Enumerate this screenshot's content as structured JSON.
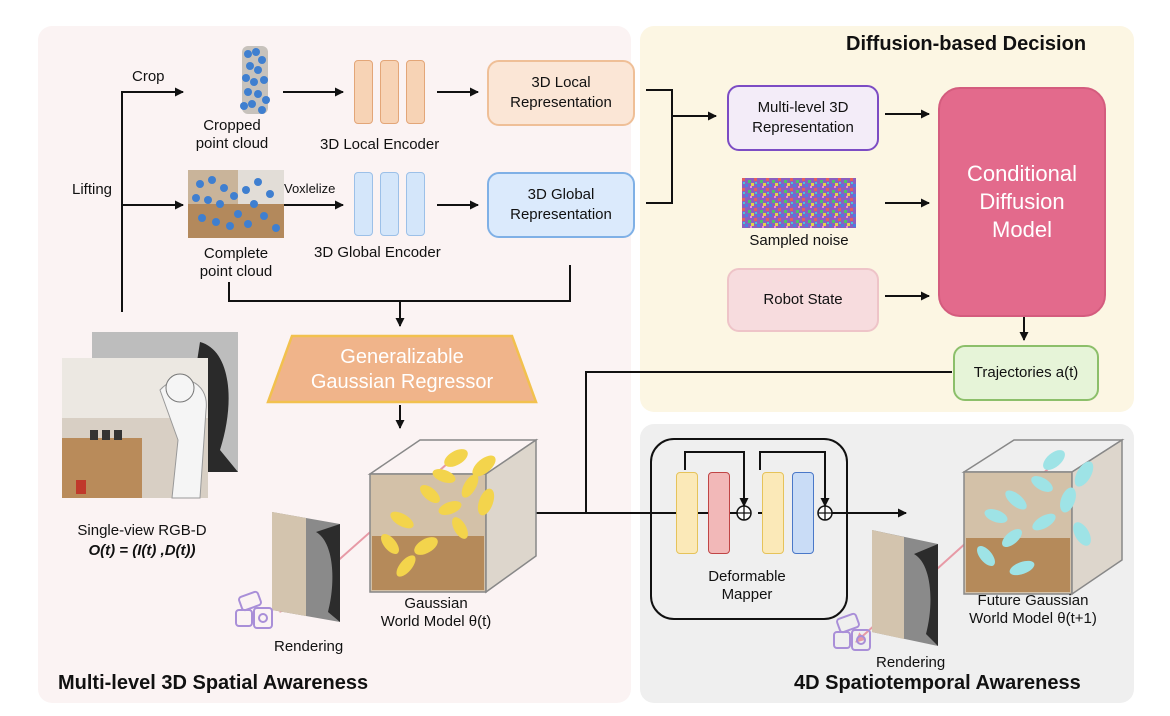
{
  "panels": {
    "left_title": "Multi-level 3D Spatial Awareness",
    "top_right_title": "Diffusion-based Decision",
    "bottom_right_title": "4D Spatiotemporal Awareness"
  },
  "left": {
    "crop_label": "Crop",
    "lifting_label": "Lifting",
    "voxelize_label": "Voxlelize",
    "cropped_pc_label": "Cropped\npoint cloud",
    "complete_pc_label": "Complete\npoint cloud",
    "local_encoder_label": "3D Local Encoder",
    "global_encoder_label": "3D Global Encoder",
    "local_rep_label": "3D Local\nRepresentation",
    "global_rep_label": "3D Global\nRepresentation",
    "regressor_label": "Generalizable\nGaussian Regressor",
    "input_label": "Single-view RGB-D",
    "input_formula": "O(t) = (I(t) ,D(t))",
    "world_model_label": "Gaussian\nWorld Model θ(t)",
    "rendering_label": "Rendering"
  },
  "decision": {
    "multilevel_label": "Multi-level 3D\nRepresentation",
    "noise_label": "Sampled noise",
    "robot_state_label": "Robot State",
    "diffusion_label": "Conditional\nDiffusion\nModel",
    "trajectories_label": "Trajectories a(t)"
  },
  "spatiotemporal": {
    "mapper_label": "Deformable\nMapper",
    "future_model_label": "Future Gaussian\nWorld Model θ(t+1)",
    "rendering_label": "Rendering"
  },
  "colors": {
    "left_panel_bg": "#fbf3f3",
    "top_right_bg": "#fcf6e3",
    "bottom_right_bg": "#efefef",
    "local_rep_bg": "#fbe6d6",
    "global_rep_bg": "#dbeafc",
    "multilevel_border": "#7c4cc4",
    "robot_state_bg": "#f7dcde",
    "diffusion_bg": "#e36a8c",
    "trajectories_bg": "#e6f4d8",
    "regressor_bg": "#f0b48a",
    "gaussian_yellow": "#f3d44c",
    "gaussian_cyan": "#9ee3e6"
  }
}
